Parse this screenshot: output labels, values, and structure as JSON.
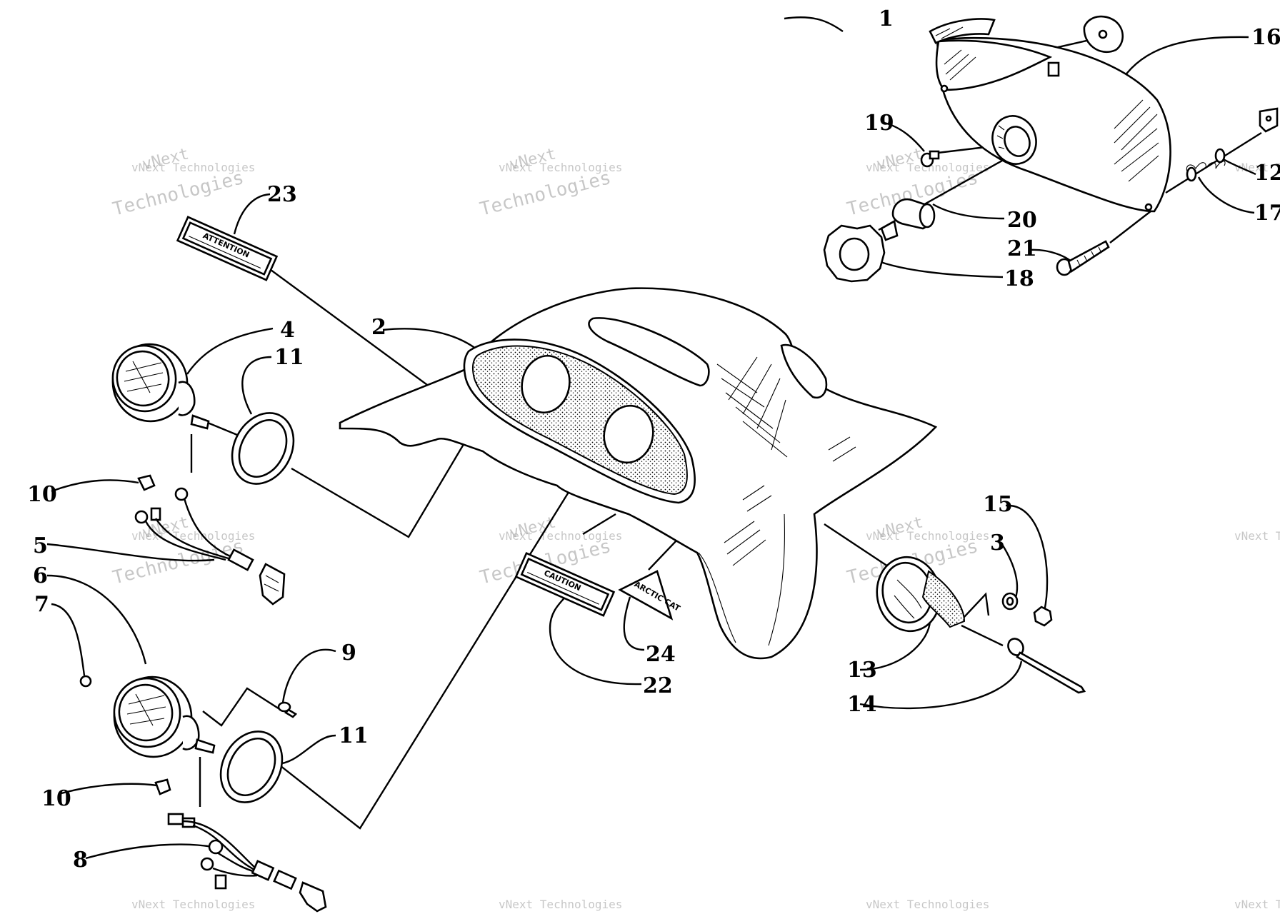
{
  "diagram": {
    "callouts": [
      "1",
      "2",
      "3",
      "4",
      "5",
      "6",
      "7",
      "8",
      "9",
      "10",
      "10",
      "11",
      "11",
      "12",
      "13",
      "14",
      "15",
      "16",
      "17",
      "18",
      "19",
      "20",
      "21",
      "22",
      "23",
      "24"
    ],
    "decal_texts": {
      "attention": "ATTENTION",
      "caution": "CAUTION",
      "brand": "ARCTIC CAT"
    },
    "watermark": {
      "line1": "vNext",
      "line2": "vNext Technologies",
      "line3": "Technologies"
    }
  }
}
